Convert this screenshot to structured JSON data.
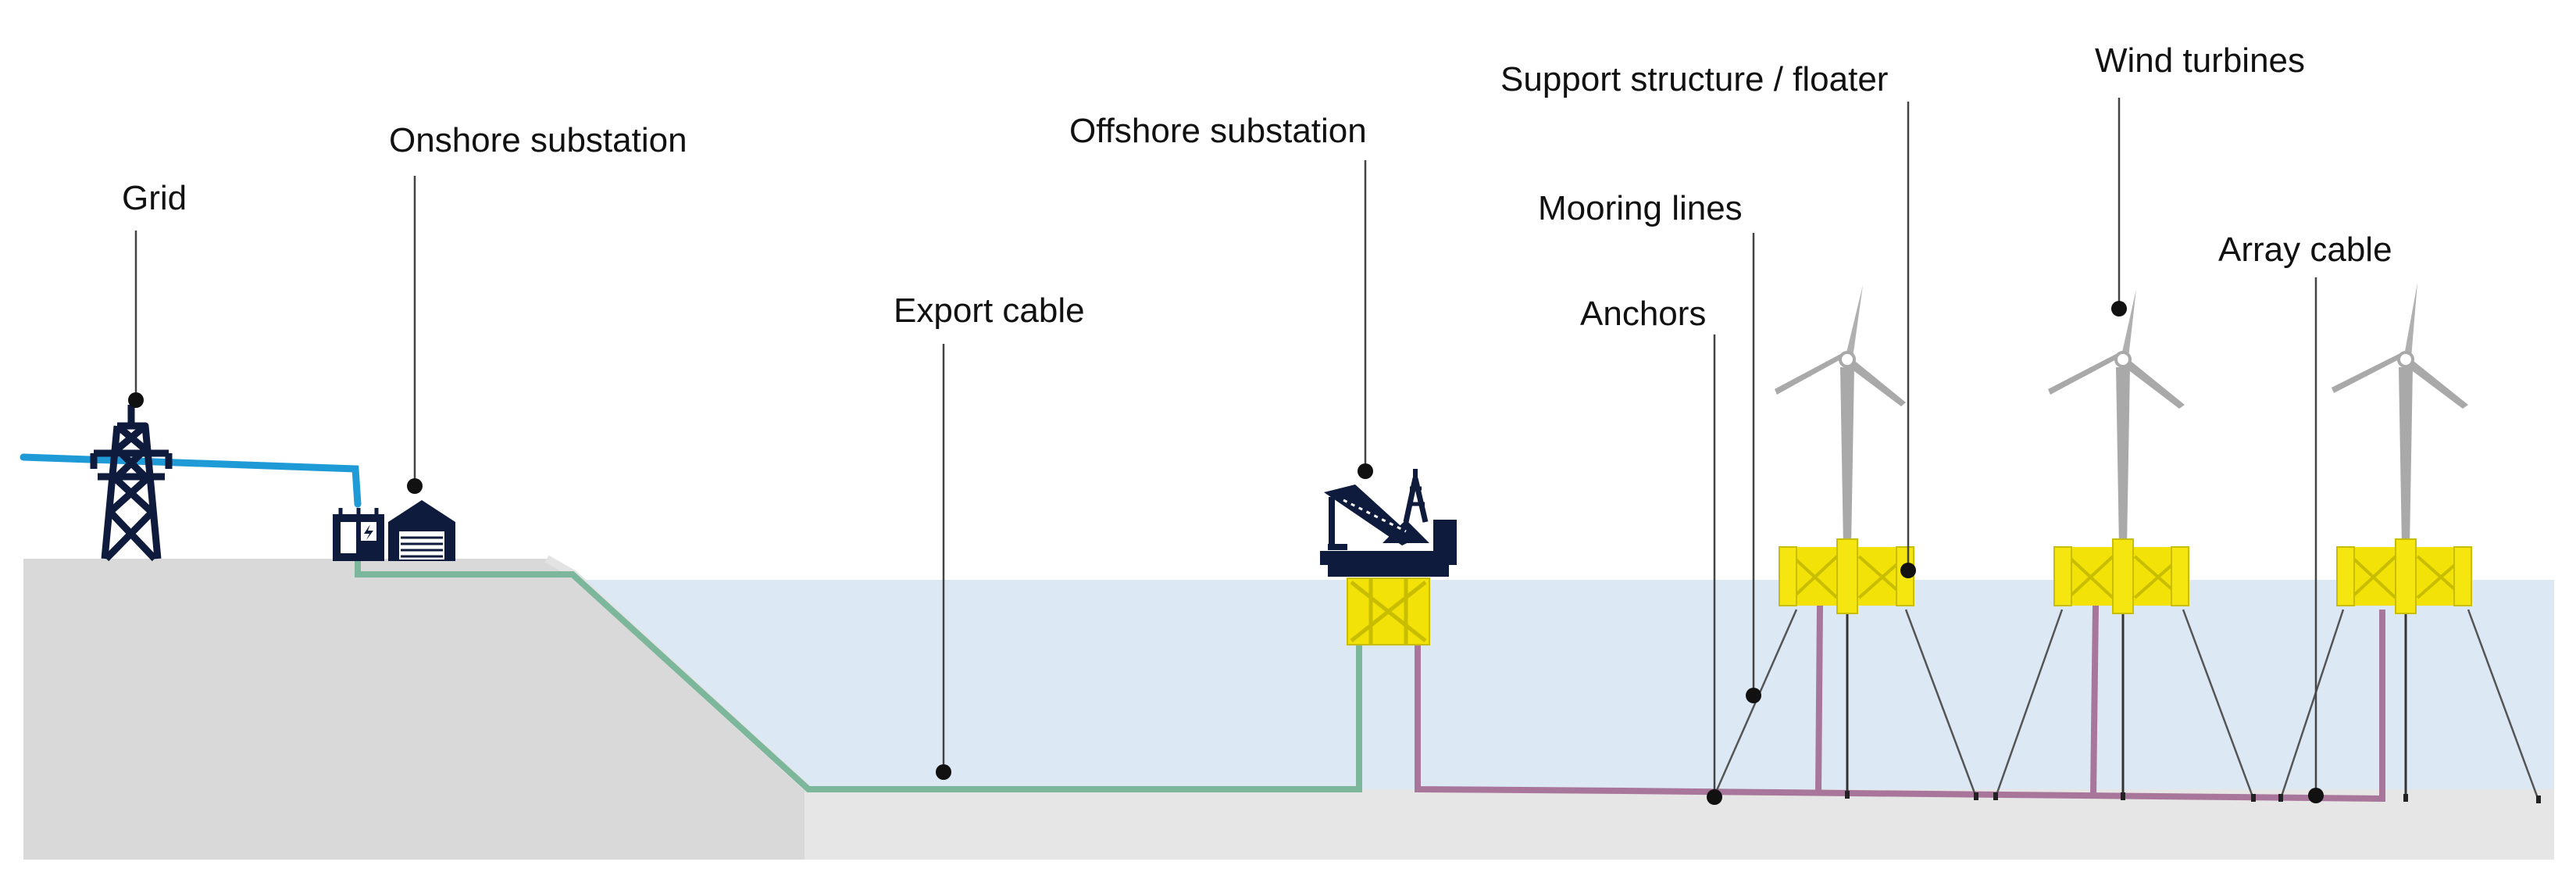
{
  "labels": {
    "grid": "Grid",
    "onshore_substation": "Onshore substation",
    "export_cable": "Export cable",
    "offshore_substation": "Offshore substation",
    "support_structure": "Support structure / floater",
    "mooring_lines": "Mooring lines",
    "anchors": "Anchors",
    "wind_turbines": "Wind turbines",
    "array_cable": "Array cable"
  },
  "icons": {
    "grid": "transmission-tower-icon",
    "onshore_substation": "substation-building-icon",
    "offshore_substation": "offshore-platform-icon",
    "wind_turbine": "wind-turbine-icon",
    "floater": "semi-submersible-floater-icon"
  },
  "colors": {
    "land": "#d9d9d9",
    "seabed": "#e6e6e6",
    "sea": "#dce8f4",
    "grid_line": "#1e9ad6",
    "export_cable": "#7db79b",
    "array_cable": "#a9769b",
    "floater": "#f2e208",
    "turbine": "#a9a9a9",
    "structure": "#0f1b3d",
    "leader": "#444444"
  }
}
